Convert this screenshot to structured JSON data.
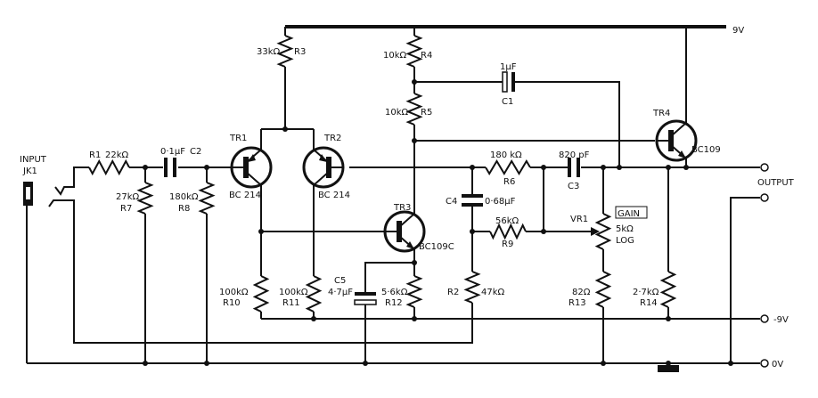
{
  "rails": {
    "positive": "9V",
    "negative": "-9V",
    "ground": "0V"
  },
  "input": {
    "label": "INPUT",
    "jack": "JK1"
  },
  "output": {
    "label": "OUTPUT"
  },
  "transistors": [
    {
      "ref": "TR1",
      "type": "BC 214"
    },
    {
      "ref": "TR2",
      "type": "BC 214"
    },
    {
      "ref": "TR3",
      "type": "BC109C"
    },
    {
      "ref": "TR4",
      "type": "BC109"
    }
  ],
  "resistors": {
    "R1": "22kΩ",
    "R2": "47kΩ",
    "R3": "33kΩ",
    "R4": "10kΩ",
    "R5": "10kΩ",
    "R6": "180 kΩ",
    "R7": "27kΩ",
    "R8": "180kΩ",
    "R9": "56kΩ",
    "R10": "100kΩ",
    "R11": "100kΩ",
    "R12": "5·6kΩ",
    "R13": "82Ω",
    "R14": "2·7kΩ"
  },
  "capacitors": {
    "C1": "1µF",
    "C2": "0·1µF",
    "C3": "820 pF",
    "C4": "0·68µF",
    "C5": "4·7µF"
  },
  "pot": {
    "ref": "VR1",
    "value": "5kΩ",
    "taper": "LOG",
    "function": "GAIN"
  },
  "refs": {
    "R1": "R1",
    "R2": "R2",
    "R3": "R3",
    "R4": "R4",
    "R5": "R5",
    "R6": "R6",
    "R7": "R7",
    "R8": "R8",
    "R9": "R9",
    "R10": "R10",
    "R11": "R11",
    "R12": "R12",
    "R13": "R13",
    "R14": "R14",
    "C1": "C1",
    "C2": "C2",
    "C3": "C3",
    "C4": "C4",
    "C5": "C5"
  }
}
